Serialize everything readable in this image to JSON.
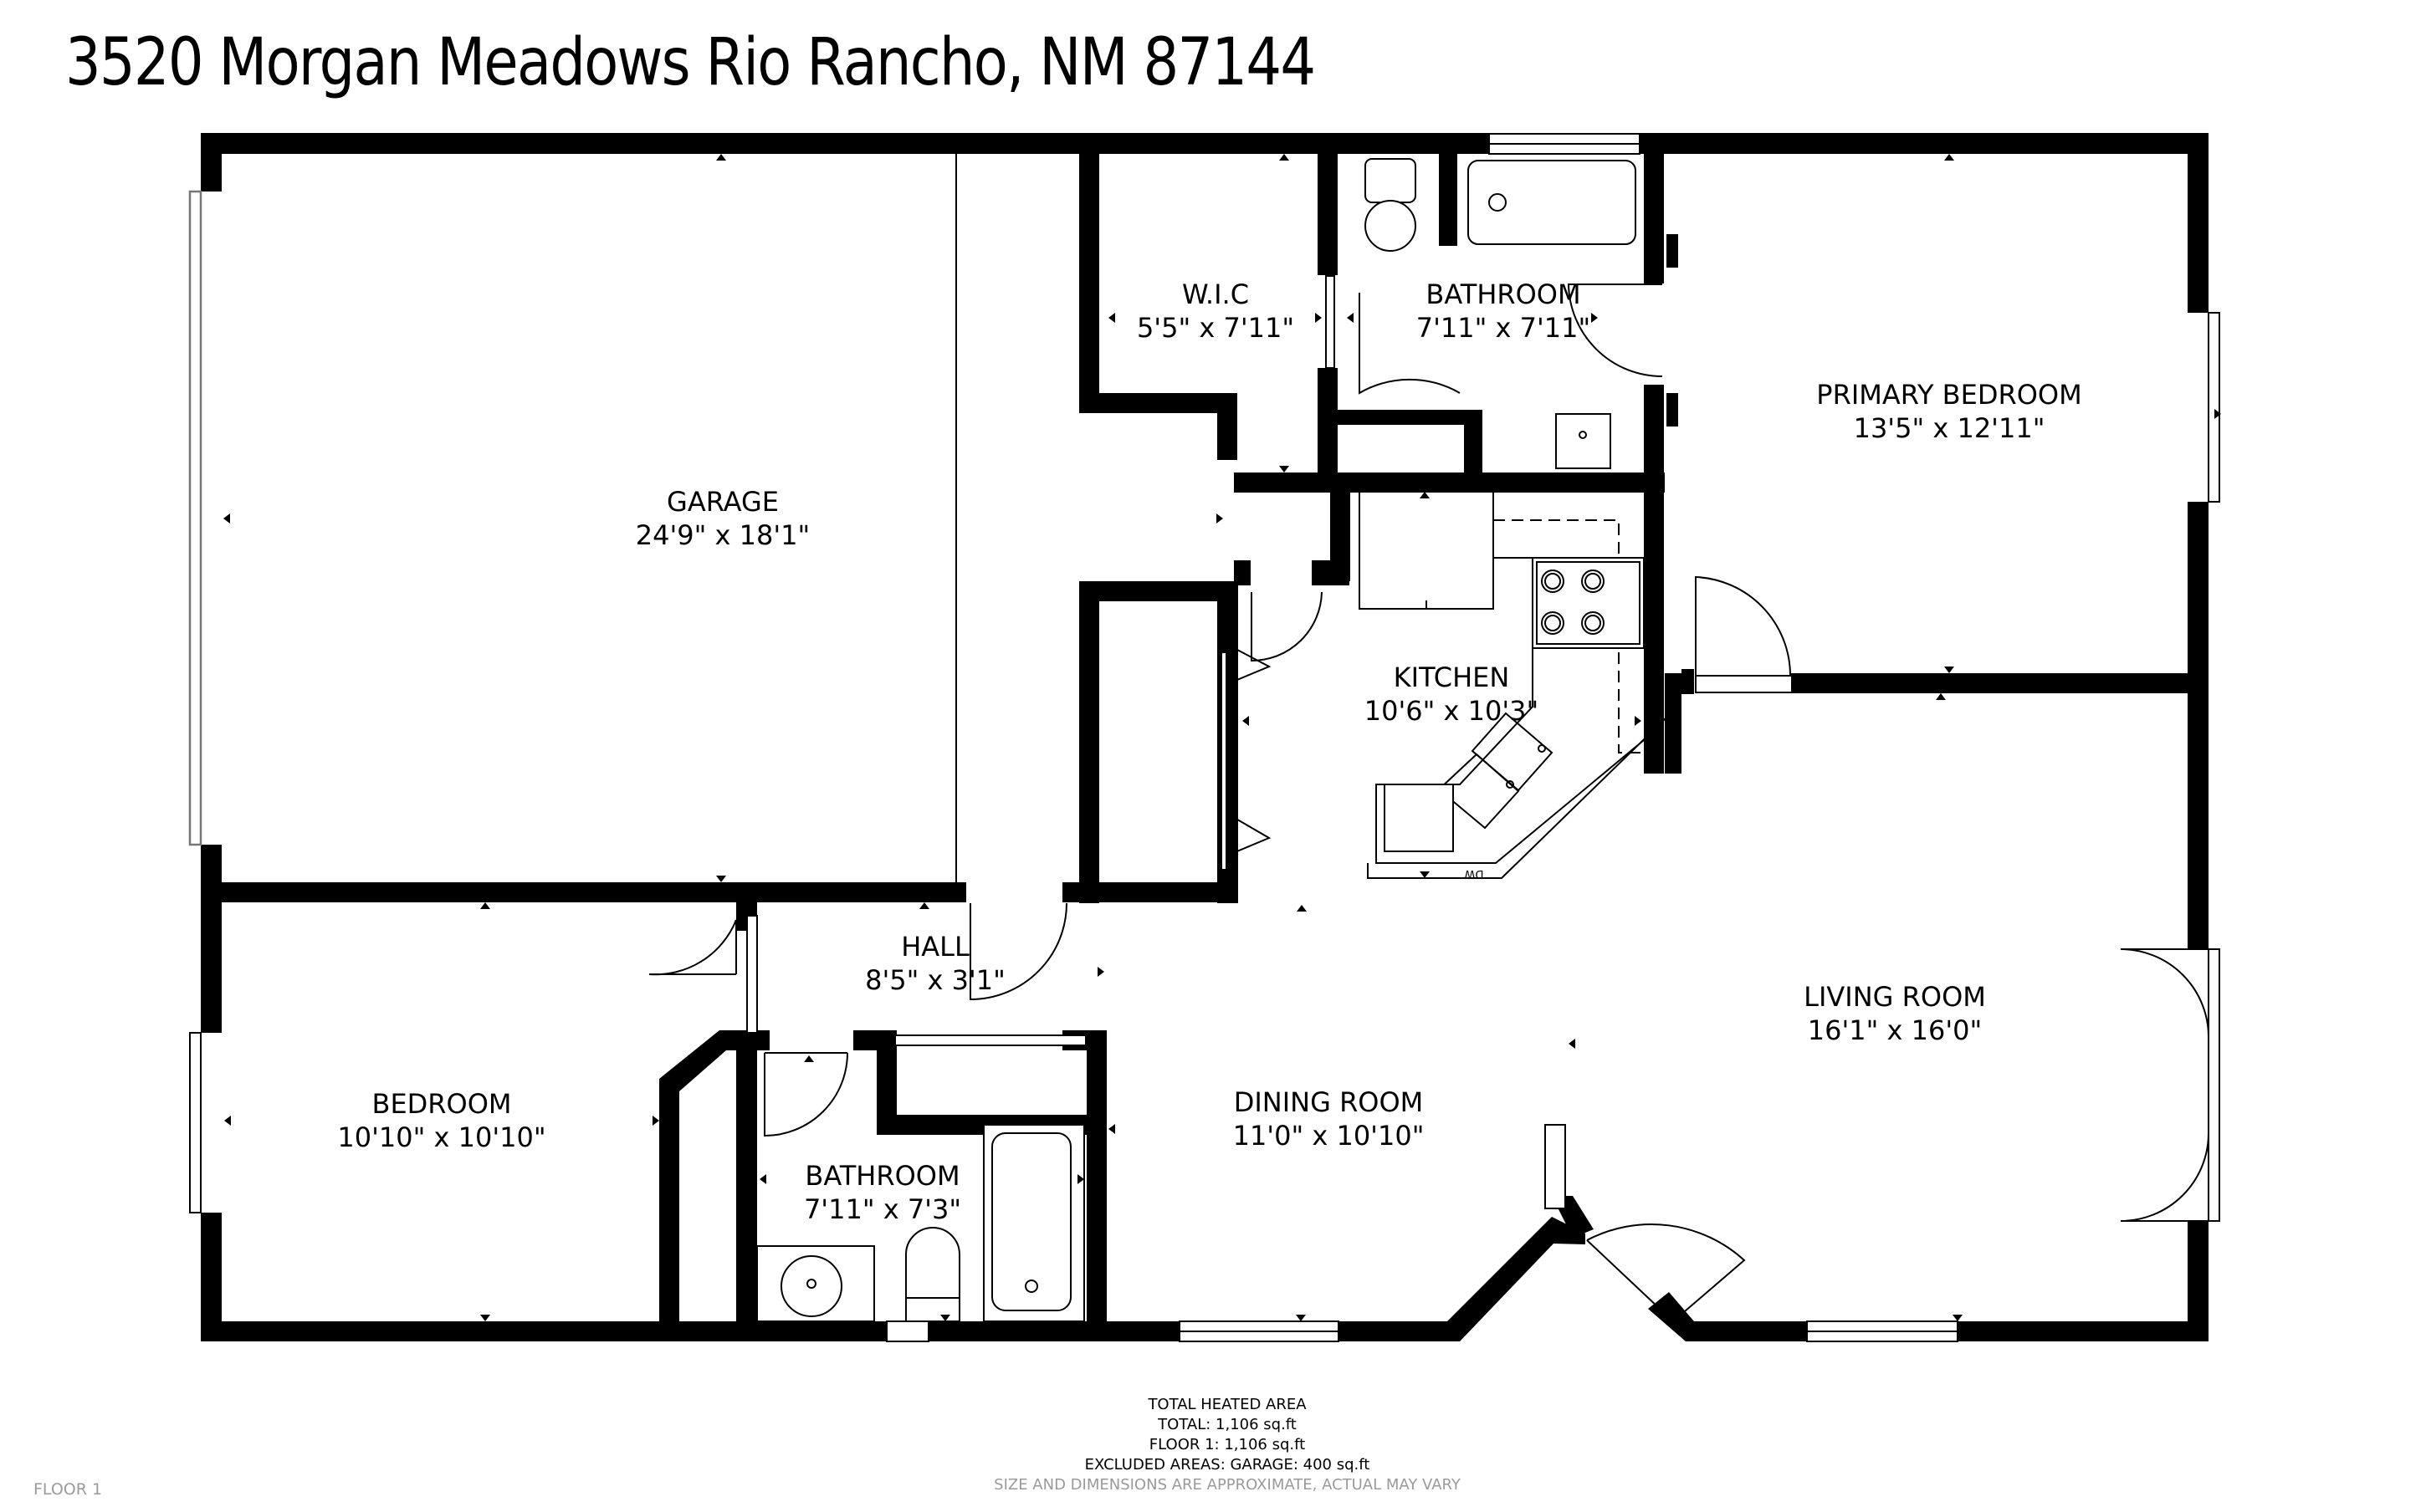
{
  "header": {
    "title": "3520 Morgan Meadows Rio Rancho, NM 87144"
  },
  "rooms": {
    "garage": {
      "name": "GARAGE",
      "dimensions": "24'9\" x 18'1\""
    },
    "wic": {
      "name": "W.I.C",
      "dimensions": "5'5\" x 7'11\""
    },
    "bathroom_primary": {
      "name": "BATHROOM",
      "dimensions": "7'11\" x 7'11\""
    },
    "primary_bedroom": {
      "name": "PRIMARY BEDROOM",
      "dimensions": "13'5\" x 12'11\""
    },
    "kitchen": {
      "name": "KITCHEN",
      "dimensions": "10'6\" x 10'3\""
    },
    "hall": {
      "name": "HALL",
      "dimensions": "8'5\" x 3'1\""
    },
    "living_room": {
      "name": "LIVING ROOM",
      "dimensions": "16'1\" x 16'0\""
    },
    "bedroom": {
      "name": "BEDROOM",
      "dimensions": "10'10\" x 10'10\""
    },
    "bathroom_2": {
      "name": "BATHROOM",
      "dimensions": "7'11\" x 7'3\""
    },
    "dining_room": {
      "name": "DINING ROOM",
      "dimensions": "11'0\" x 10'10\""
    }
  },
  "fixtures": {
    "dishwasher_label": "DW"
  },
  "summary": {
    "heading": "TOTAL HEATED AREA",
    "total": "TOTAL: 1,106 sq.ft",
    "floor1": "FLOOR 1: 1,106 sq.ft",
    "excluded": "EXCLUDED AREAS: GARAGE: 400 sq.ft",
    "disclaimer": "SIZE AND DIMENSIONS ARE APPROXIMATE, ACTUAL MAY VARY"
  },
  "footer": {
    "floor_label": "FLOOR 1"
  },
  "colors": {
    "wall": "#000000",
    "background": "#ffffff",
    "muted_text": "#9a9a9a"
  }
}
